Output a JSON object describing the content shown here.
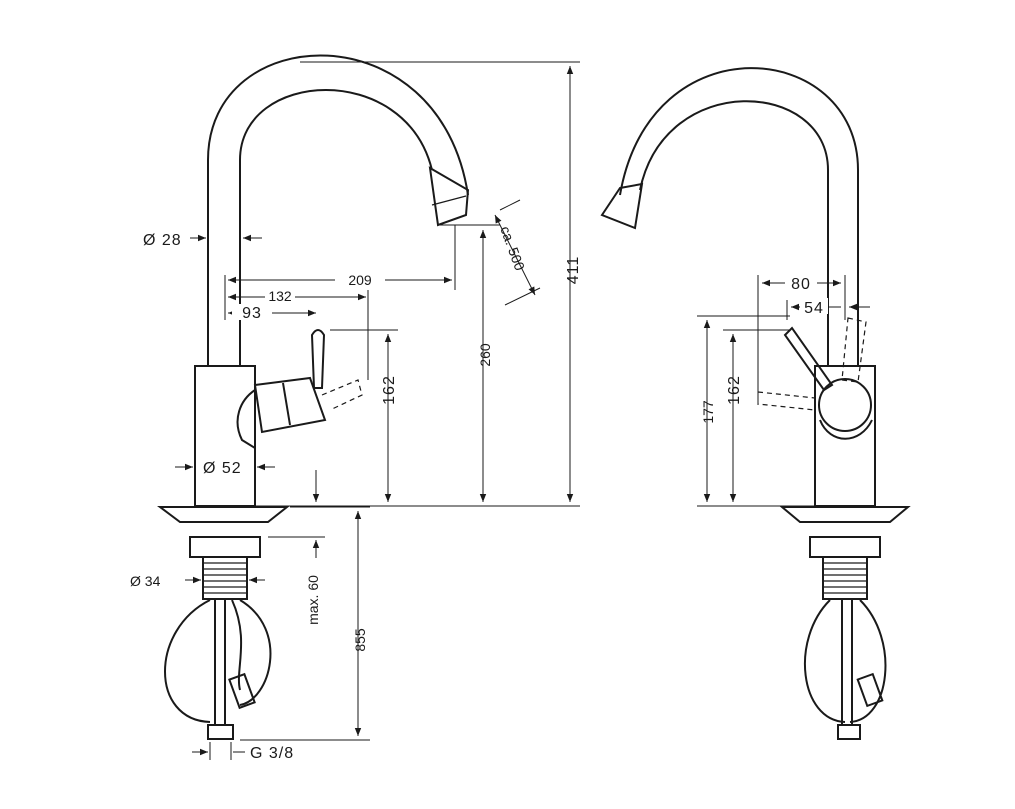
{
  "drawing": {
    "left_view": {
      "dims": {
        "spout_diameter": "Ø 28",
        "reach_209": "209",
        "reach_132": "132",
        "reach_93": "93",
        "lever_height": "162",
        "spout_outlet_height": "260",
        "total_height": "411",
        "pullout": "ca. 500",
        "body_diameter": "Ø 52",
        "thread_diameter": "Ø 34",
        "max_thickness": "max. 60",
        "hose_length": "855",
        "connection": "G 3/8"
      }
    },
    "right_view": {
      "dims": {
        "width_80": "80",
        "width_54": "54",
        "height_177": "177",
        "height_162": "162"
      }
    }
  }
}
